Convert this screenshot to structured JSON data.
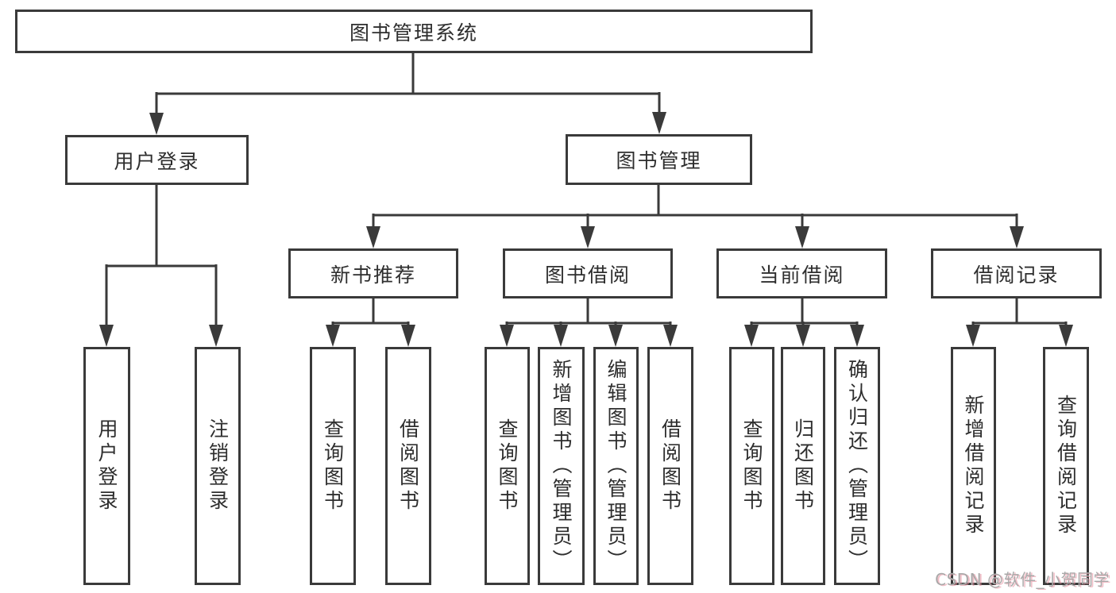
{
  "diagram": {
    "title": "图书管理系统",
    "tree": {
      "label": "图书管理系统",
      "children": [
        {
          "label": "用户登录",
          "children": [
            {
              "label": "用户登录"
            },
            {
              "label": "注销登录"
            }
          ]
        },
        {
          "label": "图书管理",
          "children": [
            {
              "label": "新书推荐",
              "children": [
                {
                  "label": "查询图书"
                },
                {
                  "label": "借阅图书"
                }
              ]
            },
            {
              "label": "图书借阅",
              "children": [
                {
                  "label": "查询图书"
                },
                {
                  "label": "新增图书（管理员）"
                },
                {
                  "label": "编辑图书（管理员）"
                },
                {
                  "label": "借阅图书"
                }
              ]
            },
            {
              "label": "当前借阅",
              "children": [
                {
                  "label": "查询图书"
                },
                {
                  "label": "归还图书"
                },
                {
                  "label": "确认归还（管理员）"
                }
              ]
            },
            {
              "label": "借阅记录",
              "children": [
                {
                  "label": "新增借阅记录"
                },
                {
                  "label": "查询借阅记录"
                }
              ]
            }
          ]
        }
      ]
    }
  },
  "watermark": {
    "text": "CSDN @软件_小贺同学"
  },
  "colors": {
    "line": "#3a3a3a",
    "text": "#2e2e2e",
    "background": "#ffffff",
    "watermark": "#a9a9a9",
    "watermark_shadow": "#e78a9b"
  }
}
